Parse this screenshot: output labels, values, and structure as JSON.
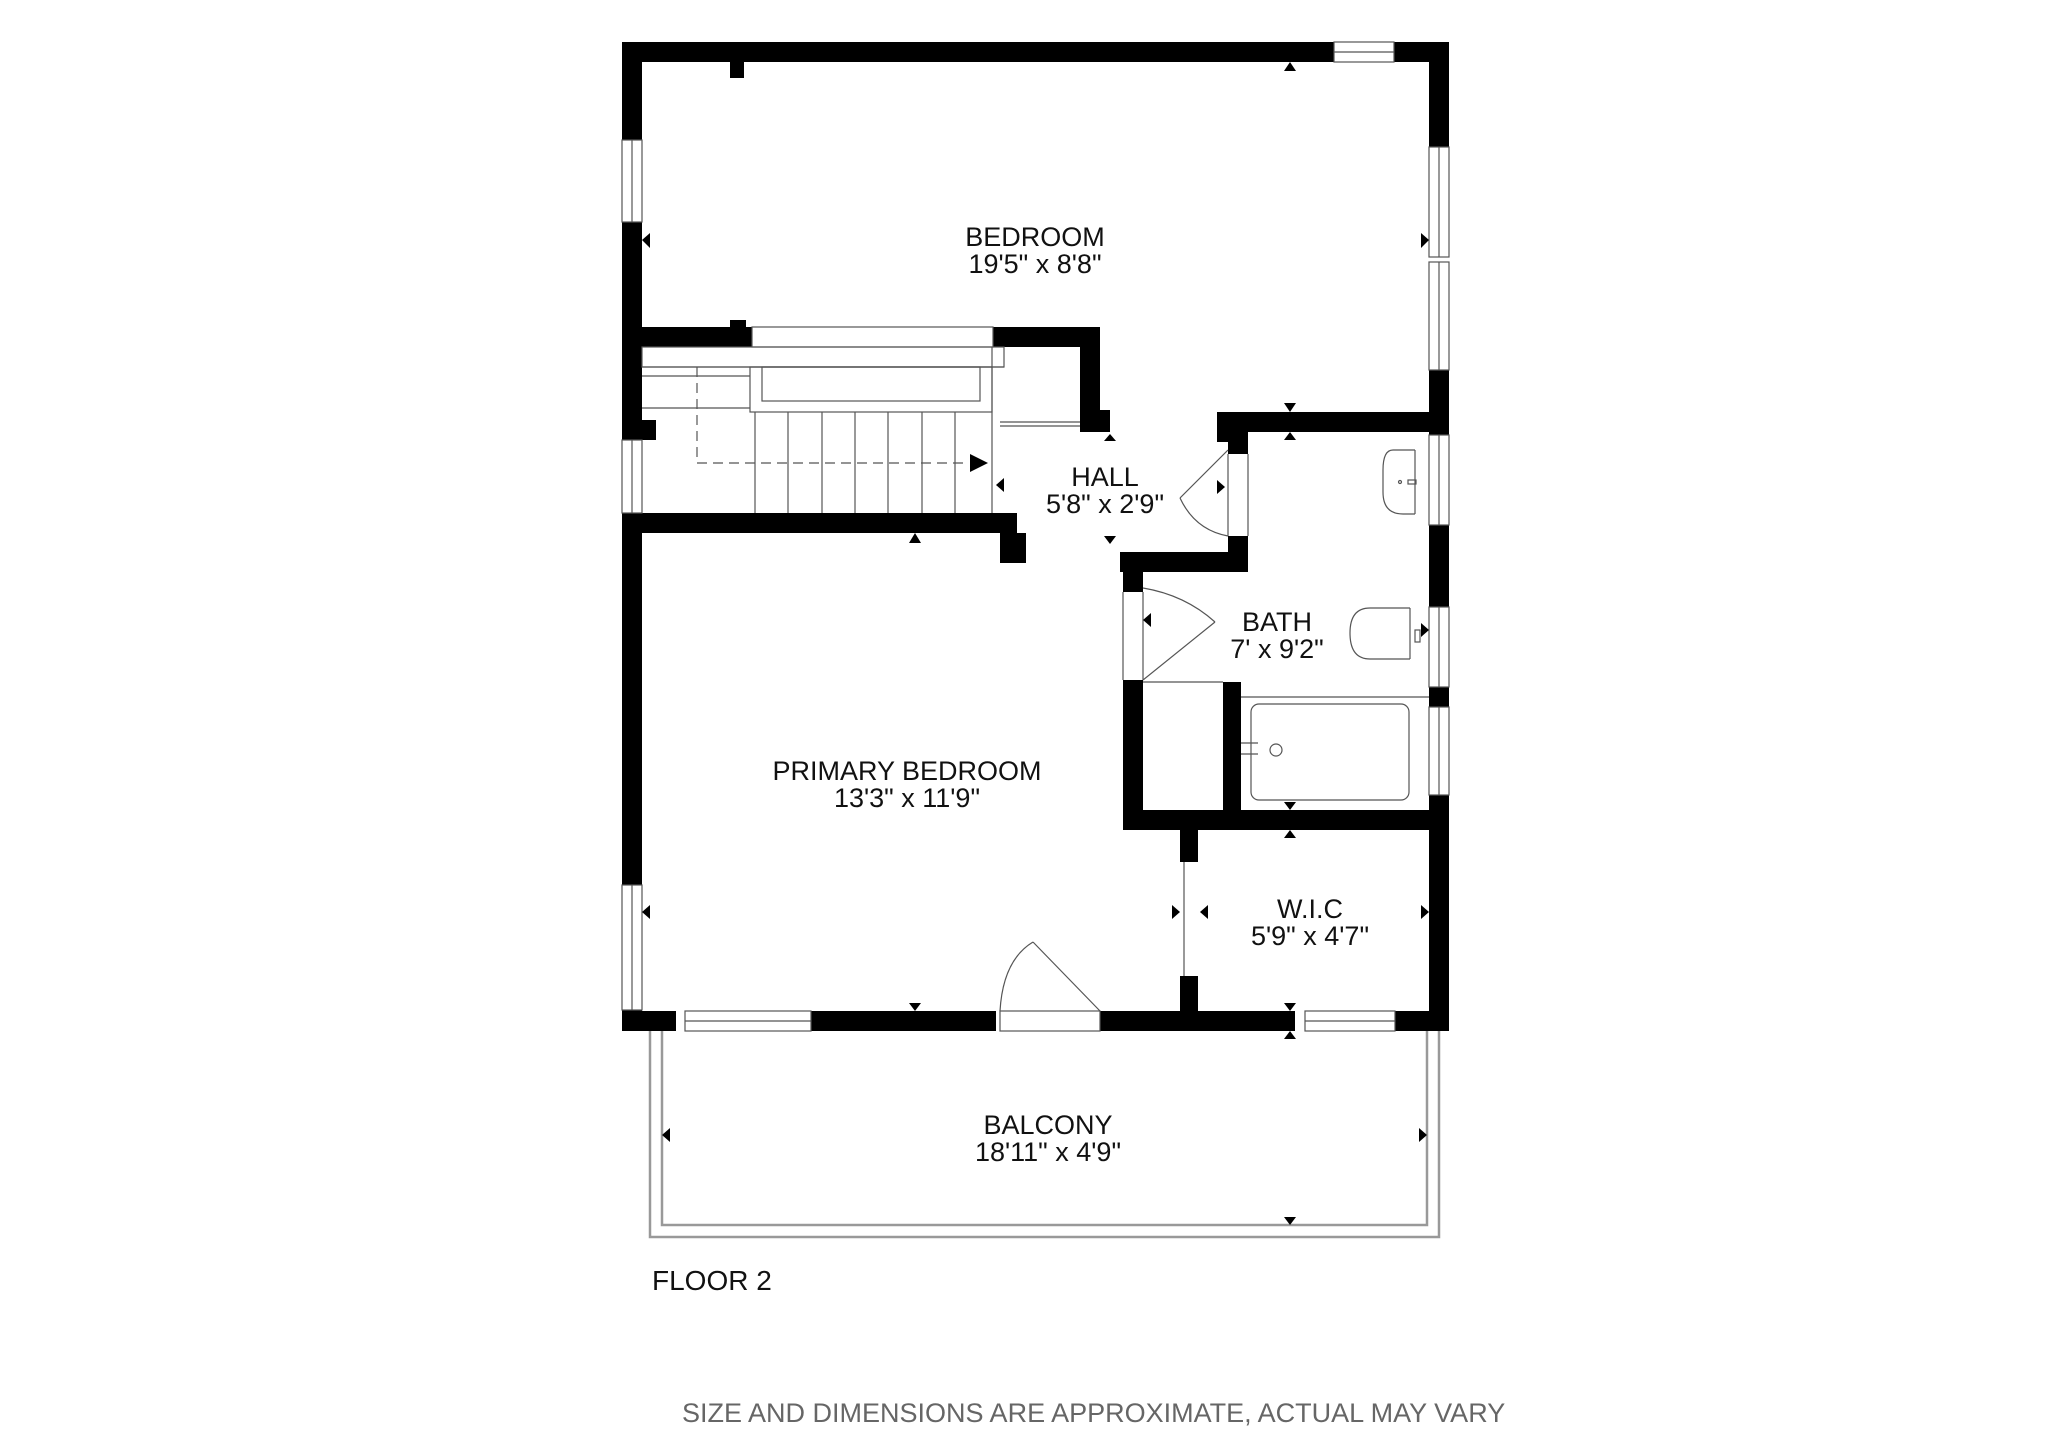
{
  "colors": {
    "wall": "#000000",
    "background": "#ffffff",
    "thin_line": "#555555",
    "balcony_line": "#999999",
    "disclaimer_text": "#666666"
  },
  "rooms": [
    {
      "name": "BEDROOM",
      "dimensions": "19'5\" x 8'8\""
    },
    {
      "name": "HALL",
      "dimensions": "5'8\" x 2'9\""
    },
    {
      "name": "BATH",
      "dimensions": "7' x 9'2\""
    },
    {
      "name": "PRIMARY BEDROOM",
      "dimensions": "13'3\" x 11'9\""
    },
    {
      "name": "W.I.C",
      "dimensions": "5'9\" x 4'7\""
    },
    {
      "name": "BALCONY",
      "dimensions": "18'11\" x 4'9\""
    }
  ],
  "floor_label": "FLOOR 2",
  "disclaimer": "SIZE AND DIMENSIONS ARE APPROXIMATE, ACTUAL MAY VARY"
}
